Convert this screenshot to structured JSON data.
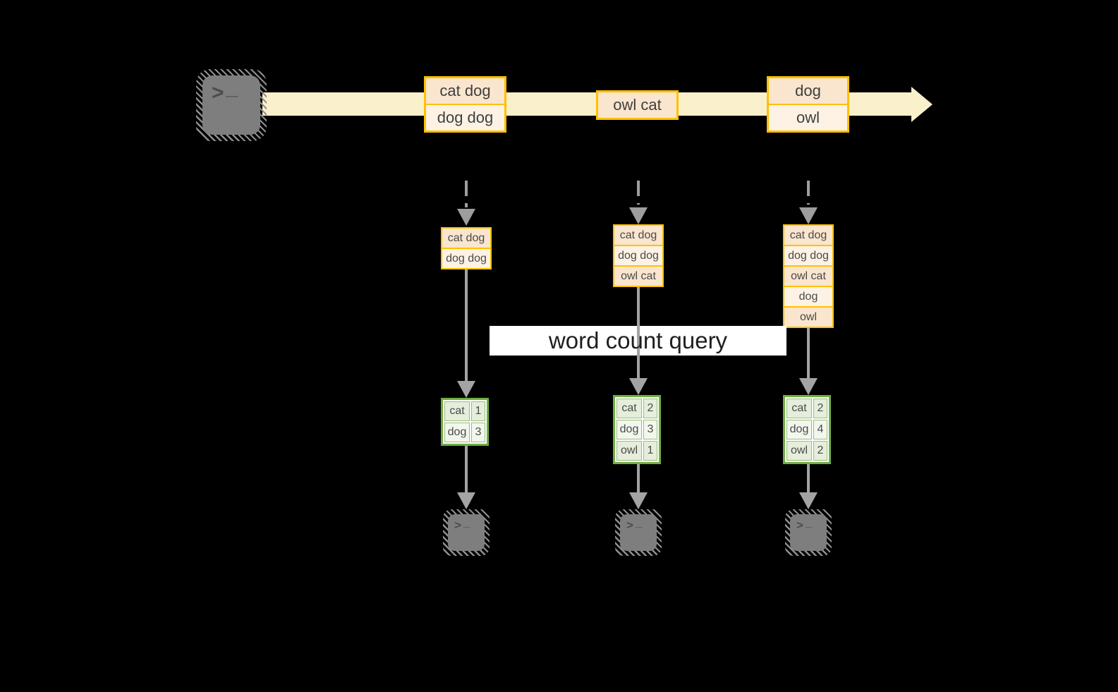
{
  "diagram": {
    "title_label": "word count query",
    "glyphs": {
      "chevron": ">",
      "underscore": "_"
    },
    "stream": {
      "source_icon": "terminal-icon",
      "events": [
        {
          "lines": [
            "cat dog",
            "dog dog"
          ]
        },
        {
          "lines": [
            "owl cat"
          ]
        },
        {
          "lines": [
            "dog",
            "owl"
          ]
        }
      ]
    },
    "columns": [
      {
        "buffer": [
          "cat dog",
          "dog dog"
        ],
        "counts": [
          {
            "word": "cat",
            "count": "1"
          },
          {
            "word": "dog",
            "count": "3"
          }
        ],
        "sink_icon": "terminal-icon"
      },
      {
        "buffer": [
          "cat dog",
          "dog dog",
          "owl cat"
        ],
        "counts": [
          {
            "word": "cat",
            "count": "2"
          },
          {
            "word": "dog",
            "count": "3"
          },
          {
            "word": "owl",
            "count": "1"
          }
        ],
        "sink_icon": "terminal-icon"
      },
      {
        "buffer": [
          "cat dog",
          "dog dog",
          "owl cat",
          "dog",
          "owl"
        ],
        "counts": [
          {
            "word": "cat",
            "count": "2"
          },
          {
            "word": "dog",
            "count": "4"
          },
          {
            "word": "owl",
            "count": "2"
          }
        ],
        "sink_icon": "terminal-icon"
      }
    ],
    "colors": {
      "background": "#000000",
      "stream_arrow": "#FBF0CC",
      "event_border": "#FFC000",
      "event_fill_dark": "#FAE5CE",
      "event_fill_light": "#FDF2E4",
      "table_border": "#6FAE44",
      "table_fill_dark": "#E4EEDB",
      "table_fill_light": "#F2F7ED",
      "connector_gray": "#9E9E9E",
      "icon_gray": "#7E7E7E"
    }
  }
}
